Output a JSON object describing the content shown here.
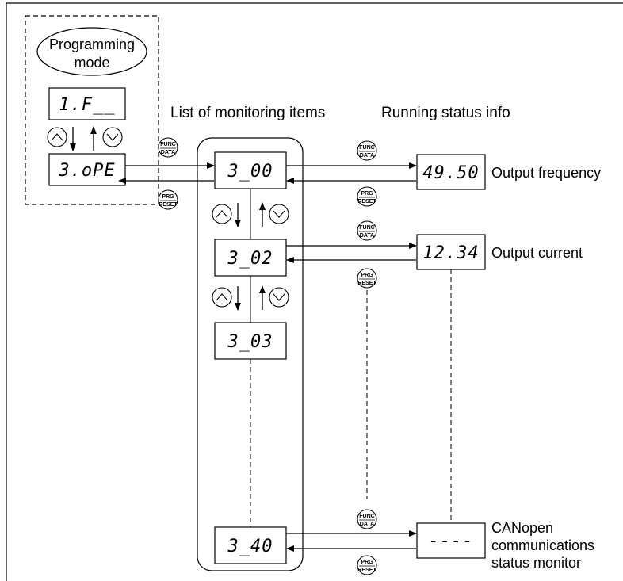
{
  "programming_mode": {
    "line1": "Programming",
    "line2": "mode"
  },
  "headers": {
    "list_title": "List of monitoring items",
    "status_title": "Running status info"
  },
  "prog_displays": {
    "top": "1.F__",
    "bottom": "3.oPE"
  },
  "monitor_items": [
    "3_00",
    "3_02",
    "3_03",
    "3_40"
  ],
  "status_displays": [
    "49.50",
    "12.34",
    "----"
  ],
  "status_labels": {
    "output_frequency": "Output frequency",
    "output_current": "Output current",
    "canopen_line1": "CANopen",
    "canopen_line2": "communications",
    "canopen_line3": "status monitor"
  },
  "keys": {
    "func_top": "FUNC",
    "func_bottom": "DATA",
    "prg_top": "PRG",
    "prg_bottom": "RESET"
  },
  "icons": {
    "up_key": "up-arrow-key-icon",
    "down_key": "down-arrow-key-icon",
    "func_data_key": "func-data-key-icon",
    "prg_reset_key": "prg-reset-key-icon"
  }
}
